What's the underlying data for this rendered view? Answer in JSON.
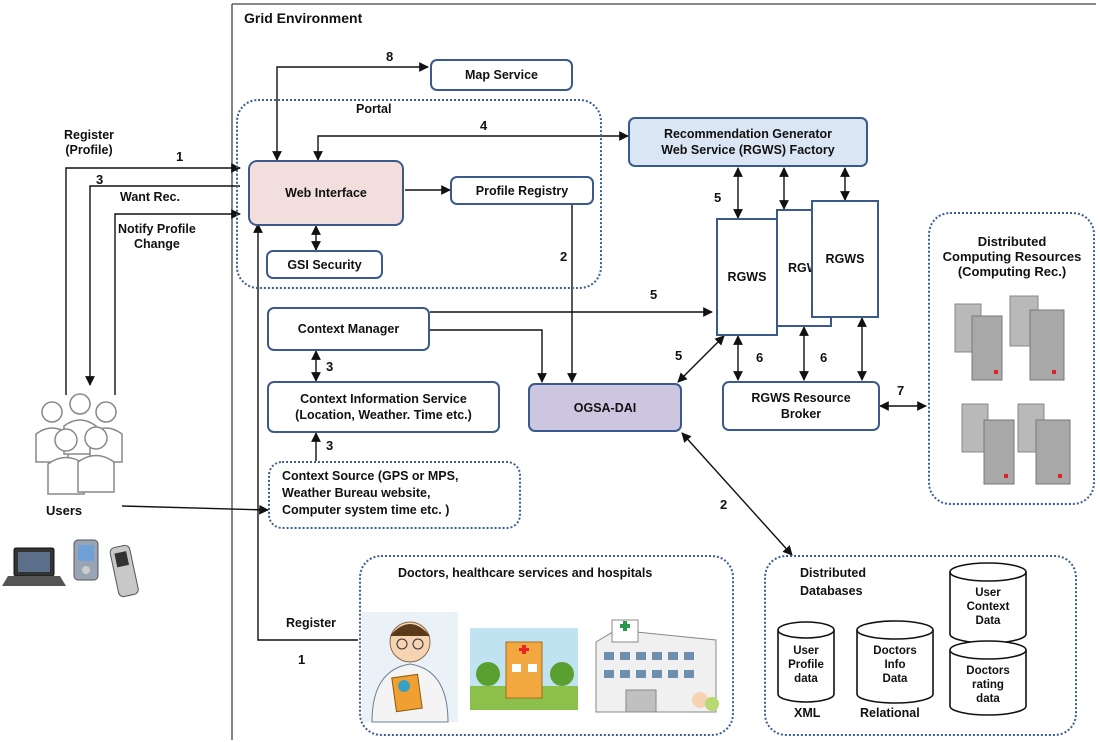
{
  "grid": {
    "title": "Grid Environment"
  },
  "users": {
    "label": "Users"
  },
  "portal": {
    "label": "Portal"
  },
  "boxes": {
    "map_service": "Map Service",
    "rgws_factory": [
      "Recommendation Generator",
      "Web Service (RGWS) Factory"
    ],
    "web_interface": "Web Interface",
    "profile_registry": "Profile Registry",
    "gsi_security": "GSI Security",
    "context_manager": "Context Manager",
    "context_info": [
      "Context Information Service",
      "(Location, Weather. Time etc.)"
    ],
    "context_source": [
      "Context Source (GPS or MPS,",
      "Weather Bureau website,",
      "Computer system time etc. )"
    ],
    "ogsa_dai": "OGSA-DAI",
    "rgws_1": "RGWS",
    "rgws_2": "RGW",
    "rgws_3": "RGWS",
    "rgws_broker": [
      "RGWS Resource",
      "Broker"
    ]
  },
  "flows": {
    "register_profile": [
      "Register",
      "(Profile)"
    ],
    "want_rec": "Want Rec.",
    "notify": [
      "Notify Profile",
      "Change"
    ],
    "register": "Register"
  },
  "numbers": {
    "n8": "8",
    "n4": "4",
    "n1_top": "1",
    "n3_user": "3",
    "n5_fact": "5",
    "n2_prof": "2",
    "n5_ctx": "5",
    "n3_a": "3",
    "n3_b": "3",
    "n5_ogsa": "5",
    "n6_a": "6",
    "n6_b": "6",
    "n7": "7",
    "n2_db": "2",
    "n1_bottom": "1"
  },
  "computing": {
    "title": [
      "Distributed",
      "Computing Resources",
      "(Computing Rec.)"
    ]
  },
  "doctors": {
    "title": "Doctors, healthcare services and hospitals"
  },
  "databases": {
    "title": [
      "Distributed",
      "Databases"
    ],
    "user_profile": [
      "User",
      "Profile",
      "data"
    ],
    "doctors_info": [
      "Doctors",
      "Info",
      "Data"
    ],
    "user_context": [
      "User",
      "Context",
      "Data"
    ],
    "doctors_rating": [
      "Doctors",
      "rating",
      "data"
    ],
    "xml": "XML",
    "relational": "Relational"
  },
  "colors": {
    "border": "#3a5a8c",
    "web_interface_fill": "#f3dede",
    "factory_fill": "#dbe6f4",
    "ogsa_fill": "#cdc6e0"
  }
}
